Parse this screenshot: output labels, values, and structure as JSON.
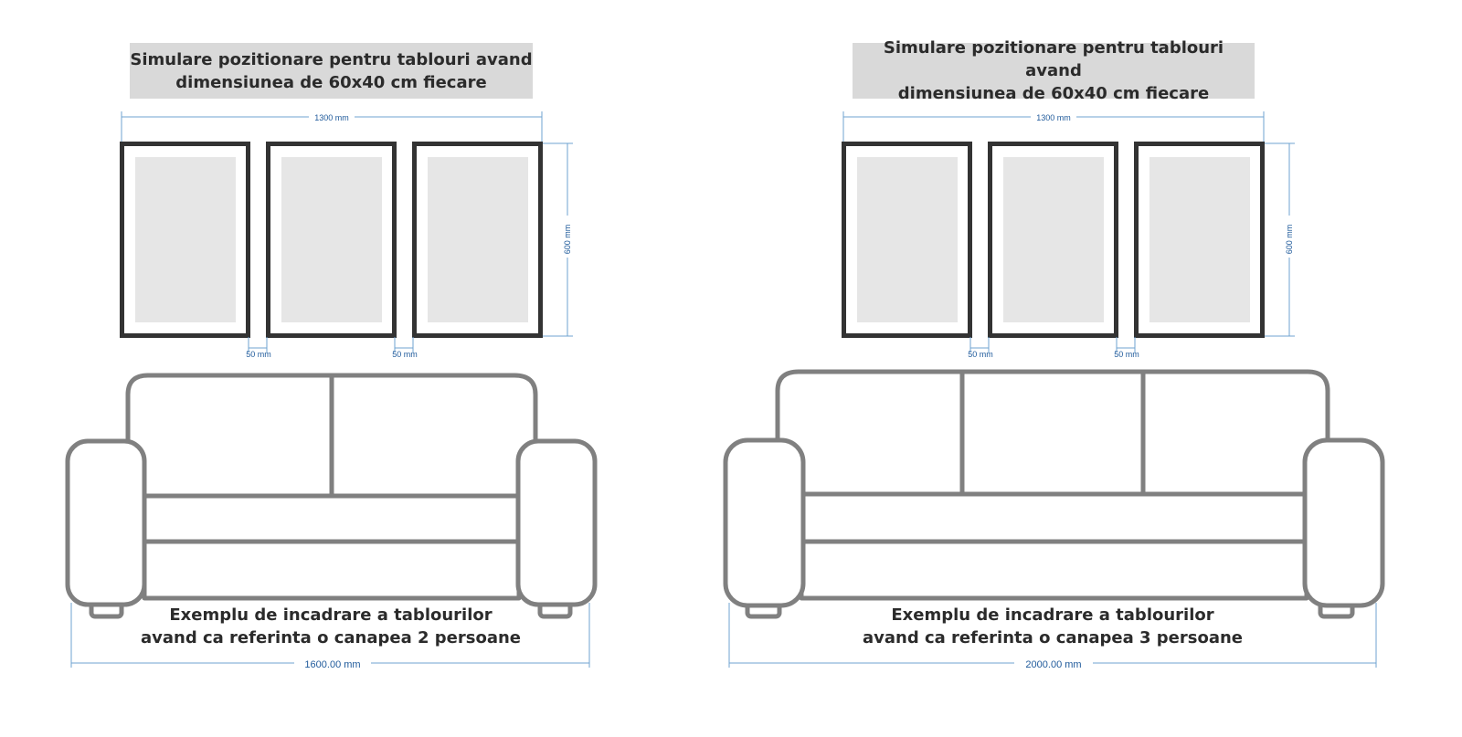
{
  "panels": [
    {
      "banner": "Simulare pozitionare pentru tablouri avand\ndimensiunea de 60x40 cm fiecare",
      "width_label": "1300 mm",
      "height_label": "600 mm",
      "gap_labels": [
        "50 mm",
        "50 mm"
      ],
      "caption": "Exemplu de incadrare a tablourilor\navand ca referinta o canapea 2 persoane",
      "sofa_width_label": "1600.00 mm",
      "sofa_seats": 2
    },
    {
      "banner": "Simulare pozitionare pentru tablouri avand\ndimensiunea de 60x40 cm fiecare",
      "width_label": "1300 mm",
      "height_label": "600 mm",
      "gap_labels": [
        "50 mm",
        "50 mm"
      ],
      "caption": "Exemplu de incadrare a tablourilor\navand ca referinta o canapea 3 persoane",
      "sofa_width_label": "2000.00 mm",
      "sofa_seats": 3
    }
  ],
  "colors": {
    "banner_bg": "#d9d9d9",
    "frame": "#333333",
    "mat": "#e6e6e6",
    "sofa_stroke": "#808080",
    "dimension": "#1f5a9b"
  }
}
